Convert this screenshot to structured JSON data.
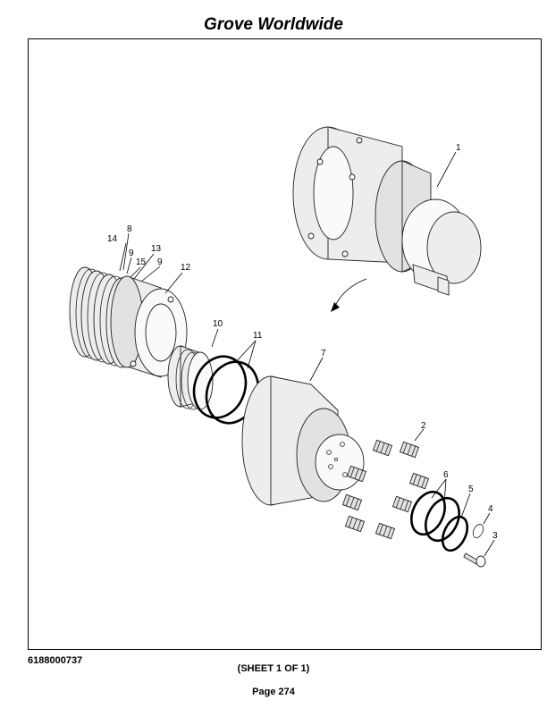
{
  "header": {
    "title": "Grove Worldwide"
  },
  "footer": {
    "part_number": "6188000737",
    "sheet": "(SHEET 1 OF 1)",
    "page": "Page 274"
  },
  "callouts": {
    "c1": "1",
    "c2": "2",
    "c3": "3",
    "c4": "4",
    "c5": "5",
    "c6": "6",
    "c7": "7",
    "c8": "8",
    "c9a": "9",
    "c9b": "9",
    "c10": "10",
    "c11": "11",
    "c12": "12",
    "c13": "13",
    "c14": "14",
    "c15": "15"
  }
}
